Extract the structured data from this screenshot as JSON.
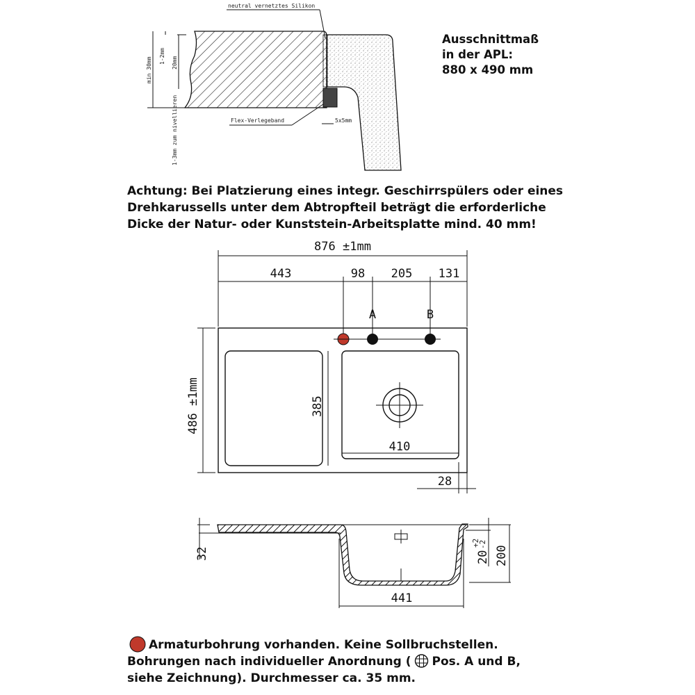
{
  "detail": {
    "silicone_label": "neutral vernetztes Silikon",
    "tape_label": "Flex-Verlegeband",
    "gap_label": "5x5mm",
    "min_label": "min 30mm",
    "gap_top_label": "1-2mm",
    "thickness_label": "20mm",
    "level_label": "1-3mm zum nivellieren"
  },
  "cutout": {
    "line1": "Ausschnittmaß",
    "line2": "in der APL:",
    "line3": "880 x 490 mm"
  },
  "warning": {
    "line1": "Achtung: Bei Platzierung eines integr. Geschirrspülers oder eines",
    "line2": "Drehkarussells unter dem Abtropfteil beträgt die erforderliche",
    "line3": "Dicke der Natur- oder Kunststein-Arbeitsplatte mind. 40 mm!"
  },
  "plan": {
    "total_width": "876 ±1mm",
    "seg1": "443",
    "seg2": "98",
    "seg3": "205",
    "seg4": "131",
    "pos_a": "A",
    "pos_b": "B",
    "total_depth": "486 ±1mm",
    "bowl_depth": "385",
    "bowl_width": "410",
    "edge": "28"
  },
  "section": {
    "rim": "32",
    "depth": "200",
    "overflow": "20",
    "tol_plus": "+2",
    "tol_minus": "-2",
    "bowl_inner": "441"
  },
  "footer": {
    "line1": "Armaturbohrung vorhanden. Keine Sollbruchstellen.",
    "line2": "Bohrungen nach individueller Anordnung (",
    "line2b": "Pos. A und B,",
    "line3": "siehe Zeichnung). Durchmesser ca. 35 mm."
  },
  "colors": {
    "tap_hole": "#c0392b"
  }
}
